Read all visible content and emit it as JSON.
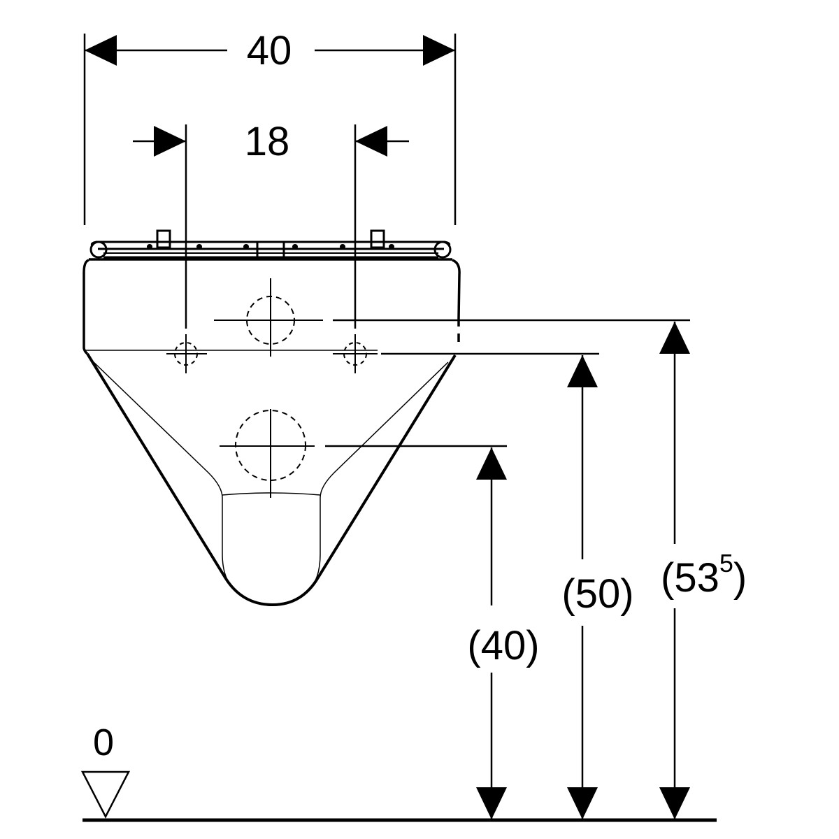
{
  "dimensions": {
    "overall_width": "40",
    "fixing_spacing": "18",
    "height_bottom_inlet": "(40)",
    "height_fixing": "(50)",
    "height_top_inlet_main": "(53",
    "height_top_inlet_sup": "5",
    "height_top_inlet_close": ")"
  },
  "floor_reference": "0",
  "colors": {
    "ink": "#000000",
    "paper": "#ffffff"
  }
}
